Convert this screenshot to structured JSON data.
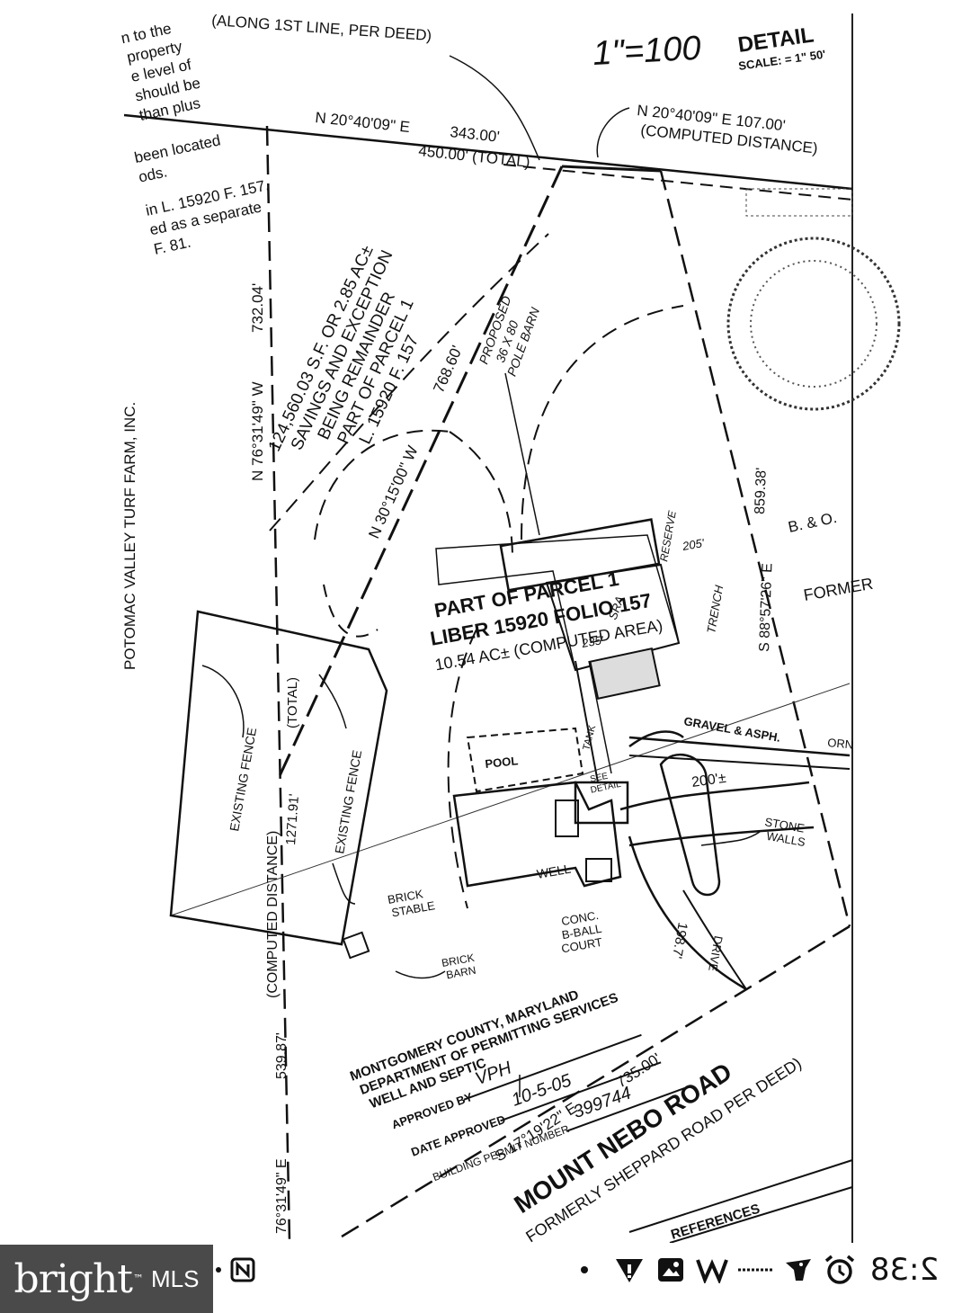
{
  "plat": {
    "powerlines": "(ALONG 1ST LINE, PER DEED)",
    "scale_hand": "1\"=100",
    "detail_title": "DETAIL",
    "detail_scale": "SCALE: = 1\" 50'",
    "notes": [
      "n to the",
      "property",
      "e level of",
      "should be",
      "than plus",
      "been located",
      "ods.",
      "in L. 15920 F. 157,",
      "ed as a separate",
      "F. 81."
    ],
    "top_bearing": "N 20°40'09\" E",
    "top_dist": "343.00'",
    "top_total": "450.00' (TOTAL)",
    "right_top_bearing": "N 20°40'09\" E 107.00'",
    "right_top_computed": "(COMPUTED DISTANCE)",
    "left_bearing": "N 76°31'49\" W",
    "left_dist": "732.04'",
    "adjoiner": "POTOMAC VALLEY TURF FARM, INC.",
    "exception": [
      "124,560.03 S.F. OR 2.85 AC±",
      "SAVINGS AND EXCEPTION",
      "BEING REMAINDER",
      "PART OF PARCEL 1",
      "L. 15920 F. 157"
    ],
    "diag_bearing": "N 30°15'00\" W",
    "diag_dist": "768.60'",
    "proposed_barn": [
      "PROPOSED",
      "36 X 80",
      "POLE BARN"
    ],
    "parcel": [
      "PART OF PARCEL 1",
      "LIBER 15920 FOLIO 157",
      "10.54 AC± (COMPUTED AREA)"
    ],
    "reserve": "RESERVE",
    "dim_205": "205'",
    "dim_235": "235'",
    "sra": "SRA",
    "trench": "TRENCH",
    "tank": "TANK",
    "right_bearing": "S 88°57'26\" E",
    "right_dist": "859.38'",
    "bo_label": "B. & O.",
    "former": "FORMER",
    "gravel": "GRAVEL & ASPH.",
    "orn": "ORN",
    "dim_200": "200'±",
    "stone_walls": [
      "STONE",
      "WALLS"
    ],
    "pool": "POOL",
    "see_detail": [
      "SEE",
      "DETAIL"
    ],
    "well": "WELL",
    "existing_fence": "EXISTING FENCE",
    "total": "(TOTAL)",
    "dim_1271": "1271.91'",
    "brick_stable": [
      "BRICK",
      "STABLE"
    ],
    "brick_barn": [
      "BRICK",
      "BARN"
    ],
    "court": [
      "CONC.",
      "B-BALL",
      "COURT"
    ],
    "drive": "DRIVE",
    "dim_198": "198.7'",
    "permit_stamp": [
      "MONTGOMERY COUNTY, MARYLAND",
      "DEPARTMENT OF PERMITTING SERVICES",
      "WELL AND SEPTIC"
    ],
    "approved_by_label": "APPROVED BY",
    "approved_by_value": "VPH",
    "date_label": "DATE APPROVED",
    "date_value": "10-5-05",
    "permit_label": "BUILDING PERMIT NUMBER",
    "permit_value": "399744",
    "bottom_left_bearing": "76°31'49\" E",
    "bottom_left_dist": "539.87'",
    "computed": "(COMPUTED DISTANCE)",
    "road_bearing": "S 17°19'22\" E",
    "road_dist": "735.00'",
    "road_name": "MOUNT NEBO ROAD",
    "road_former": "FORMERLY SHEPPARD ROAD PER DEED)",
    "references": "REFERENCES"
  },
  "watermark": {
    "brand": "bright",
    "mark": "™",
    "mls": "MLS"
  },
  "status_bar": {
    "time": "2:38",
    "icons": [
      "notification-dot-icon",
      "signal-icon",
      "gallery-icon",
      "wifi-icon",
      "dash-icon",
      "bird-icon",
      "alarm-icon",
      "nfc-icon"
    ]
  }
}
